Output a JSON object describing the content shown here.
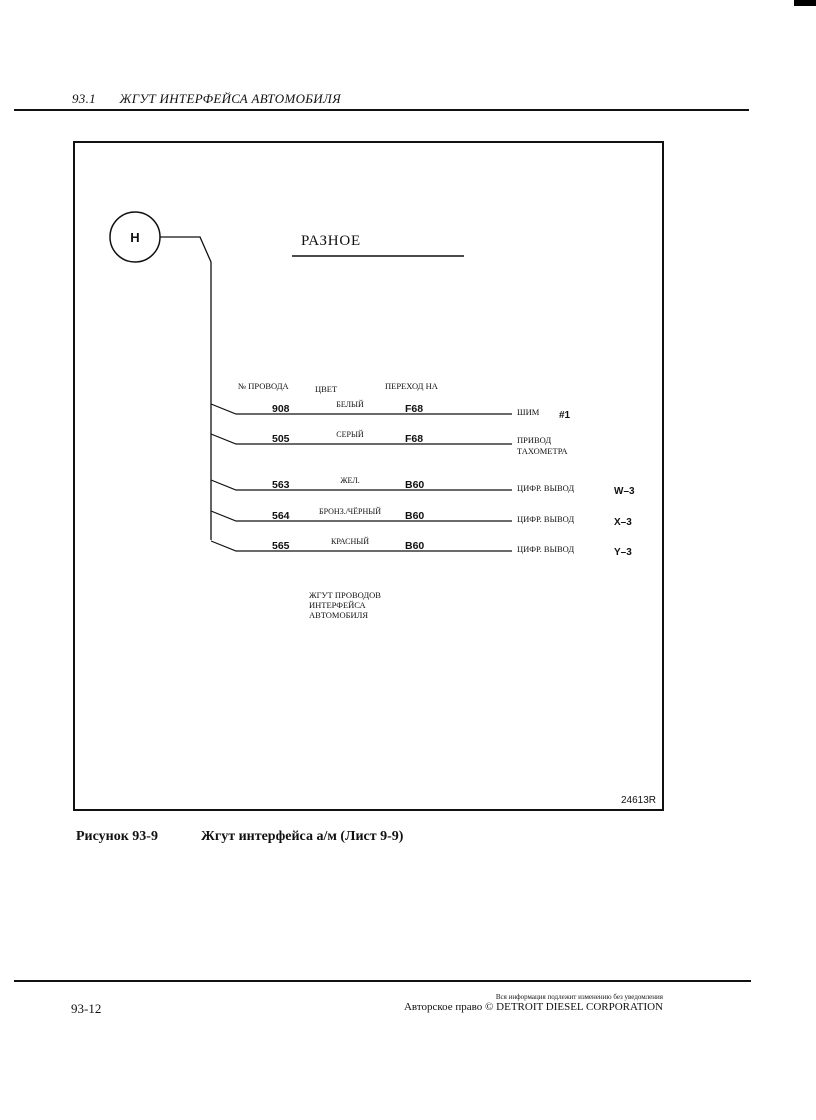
{
  "header": {
    "section": "93.1",
    "title": "ЖГУТ ИНТЕРФЕЙСА АВТОМОБИЛЯ"
  },
  "diagram": {
    "connector_label": "H",
    "title": "РАЗНОЕ",
    "column_headers": {
      "wire_no": "№ ПРОВОДА",
      "color": "ЦВЕТ",
      "goes_to": "ПЕРЕХОД НА"
    },
    "wires": [
      {
        "number": "908",
        "color": "БЕЛЫЙ",
        "connector": "F68",
        "destination": "ШИМ",
        "pin": "#1"
      },
      {
        "number": "505",
        "color": "СЕРЫЙ",
        "connector": "F68",
        "destination": "ПРИВОД\nТАХОМЕТРА",
        "pin": ""
      },
      {
        "number": "563",
        "color": "ЖЕЛ.",
        "connector": "B60",
        "destination": "ЦИФР. ВЫВОД",
        "pin": "W–3"
      },
      {
        "number": "564",
        "color": "БРОНЗ./ЧЁРНЫЙ",
        "connector": "B60",
        "destination": "ЦИФР. ВЫВОД",
        "pin": "X–3"
      },
      {
        "number": "565",
        "color": "КРАСНЫЙ",
        "connector": "B60",
        "destination": "ЦИФР. ВЫВОД",
        "pin": "Y–3"
      }
    ],
    "harness_label": "ЖГУТ ПРОВОДОВ\nИНТЕРФЕЙСА\nАВТОМОБИЛЯ",
    "figure_code": "24613R"
  },
  "caption": {
    "number": "Рисунок 93-9",
    "title": "Жгут интерфейса а/м (Лист 9-9)"
  },
  "footer": {
    "page": "93-12",
    "notice": "Вся информация подлежит изменению без уведомления",
    "copyright": "Авторское право © DETROIT DIESEL CORPORATION"
  }
}
